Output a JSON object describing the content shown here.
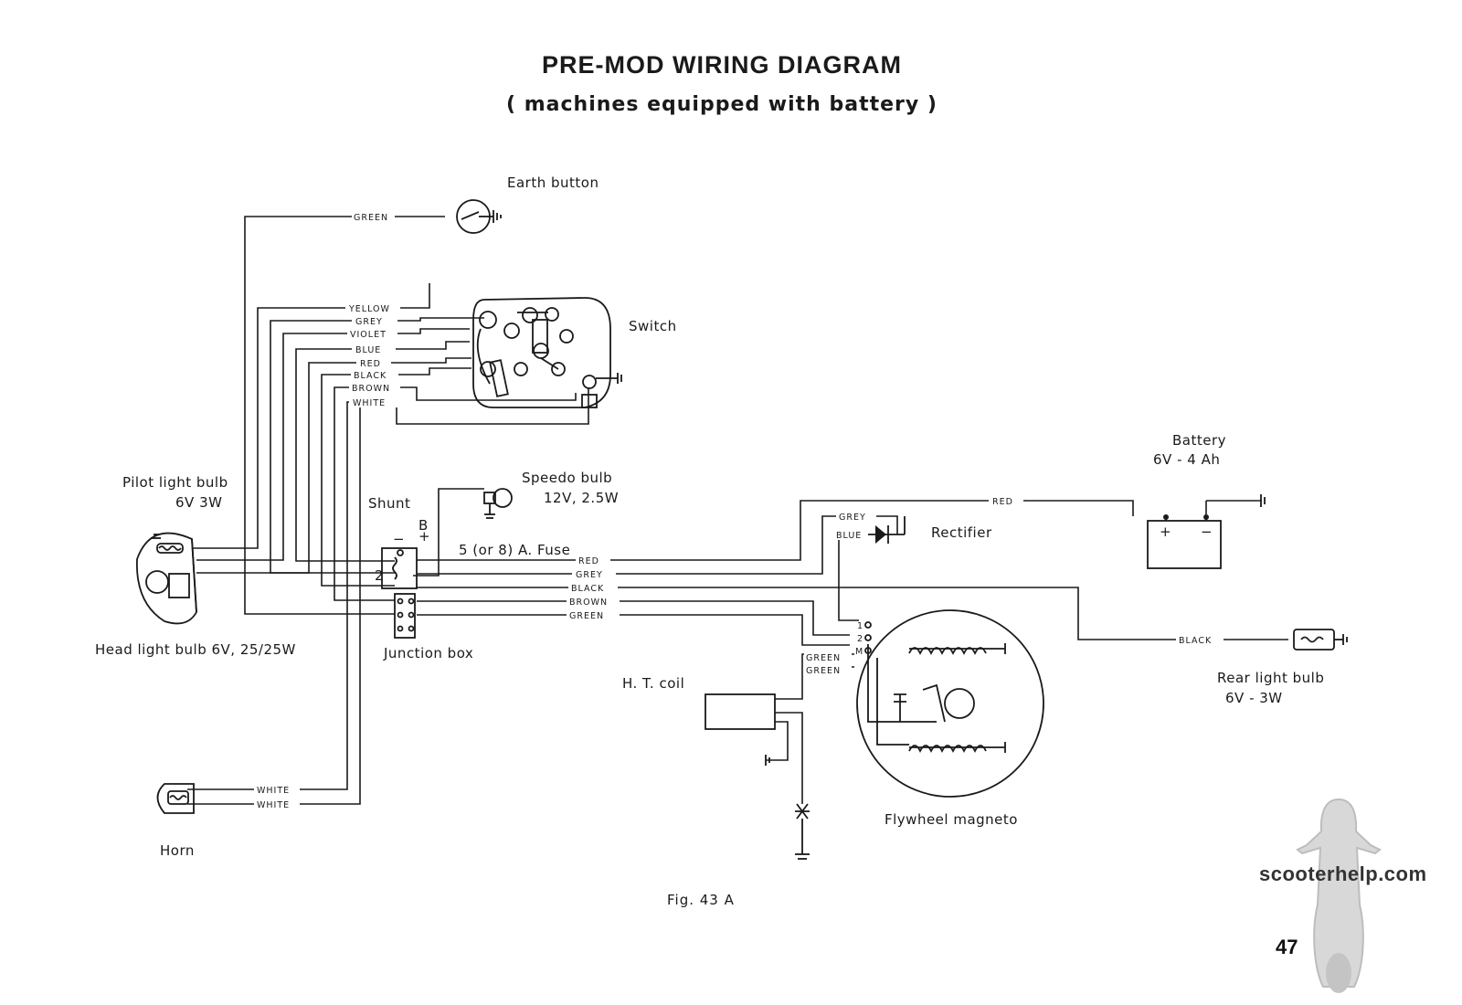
{
  "title": "PRE-MOD WIRING DIAGRAM",
  "subtitle": "( machines equipped with battery )",
  "figure_caption": "Fig. 43 A",
  "page_number": "47",
  "watermark": "scooterhelp.com",
  "components": {
    "earth_button": "Earth button",
    "switch": "Switch",
    "pilot_light": {
      "name": "Pilot light bulb",
      "rating": "6V 3W"
    },
    "head_light": "Head light bulb 6V, 25/25W",
    "shunt": "Shunt",
    "speedo_bulb": {
      "name": "Speedo bulb",
      "rating": "12V, 2.5W"
    },
    "fuse": "5 (or 8) A. Fuse",
    "junction_box": "Junction box",
    "battery": {
      "name": "Battery",
      "rating": "6V - 4 Ah"
    },
    "rectifier": "Rectifier",
    "ht_coil": "H. T. coil",
    "flywheel_magneto": "Flywheel magneto",
    "rear_light": {
      "name": "Rear light bulb",
      "rating": "6V - 3W"
    },
    "horn": "Horn"
  },
  "terminal_marks": {
    "shunt_minus": "−",
    "shunt_plus": "+",
    "shunt_b": "B",
    "shunt_2": "2",
    "battery_plus": "+",
    "battery_minus": "−",
    "magneto_1": "1",
    "magneto_2": "2",
    "magneto_m": "M"
  },
  "wire_labels": {
    "earth_green": "GREEN",
    "switch_wires": [
      "YELLOW",
      "GREY",
      "VIOLET",
      "BLUE",
      "RED",
      "BLACK",
      "BROWN",
      "WHITE"
    ],
    "fuse_wires": [
      "RED",
      "GREY",
      "BLACK",
      "BROWN",
      "GREEN"
    ],
    "battery_red": "RED",
    "rectifier_grey": "GREY",
    "rectifier_blue": "BLUE",
    "magneto_green_1": "GREEN",
    "magneto_green_2": "GREEN",
    "rear_black": "BLACK",
    "horn_white_1": "WHITE",
    "horn_white_2": "WHITE"
  }
}
